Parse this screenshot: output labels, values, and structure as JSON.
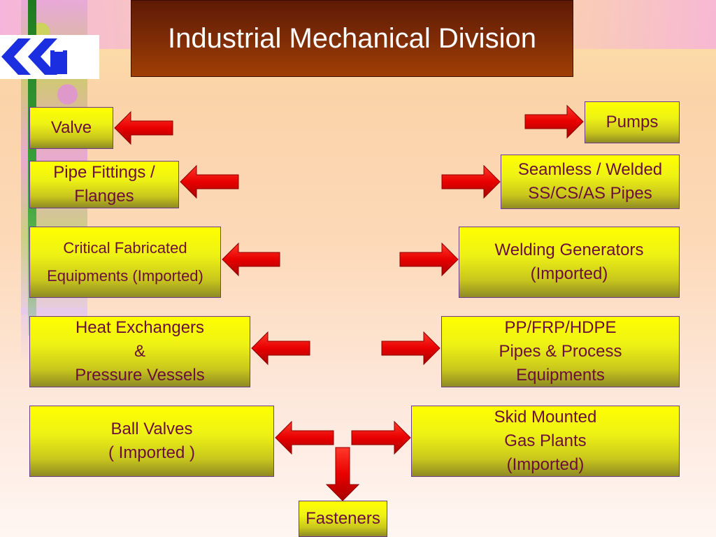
{
  "title": "Industrial Mechanical Division",
  "colors": {
    "title_bg": "#7a2a06",
    "box_gradient_top": "#ffff00",
    "box_gradient_bottom": "#8f8a24",
    "box_text": "#6a0f3a",
    "arrow_fill": "#e40000",
    "logo_blue": "#1b2ee0"
  },
  "logo": {
    "icon": "company-logo-icon"
  },
  "left_items": [
    {
      "lines": [
        "Valve"
      ]
    },
    {
      "lines": [
        "Pipe Fittings /",
        "Flanges"
      ]
    },
    {
      "lines": [
        "Critical Fabricated",
        "Equipments (Imported)"
      ]
    },
    {
      "lines": [
        "Heat Exchangers",
        "&",
        "Pressure Vessels"
      ]
    },
    {
      "lines": [
        "Ball Valves",
        "( Imported )"
      ]
    }
  ],
  "right_items": [
    {
      "lines": [
        "Pumps"
      ]
    },
    {
      "lines": [
        "Seamless / Welded",
        "SS/CS/AS Pipes"
      ]
    },
    {
      "lines": [
        "Welding Generators",
        "(Imported)"
      ]
    },
    {
      "lines": [
        "PP/FRP/HDPE",
        "Pipes & Process",
        "Equipments"
      ]
    },
    {
      "lines": [
        "Skid Mounted",
        "Gas  Plants",
        "(Imported)"
      ]
    }
  ],
  "bottom_item": {
    "lines": [
      "Fasteners"
    ]
  }
}
